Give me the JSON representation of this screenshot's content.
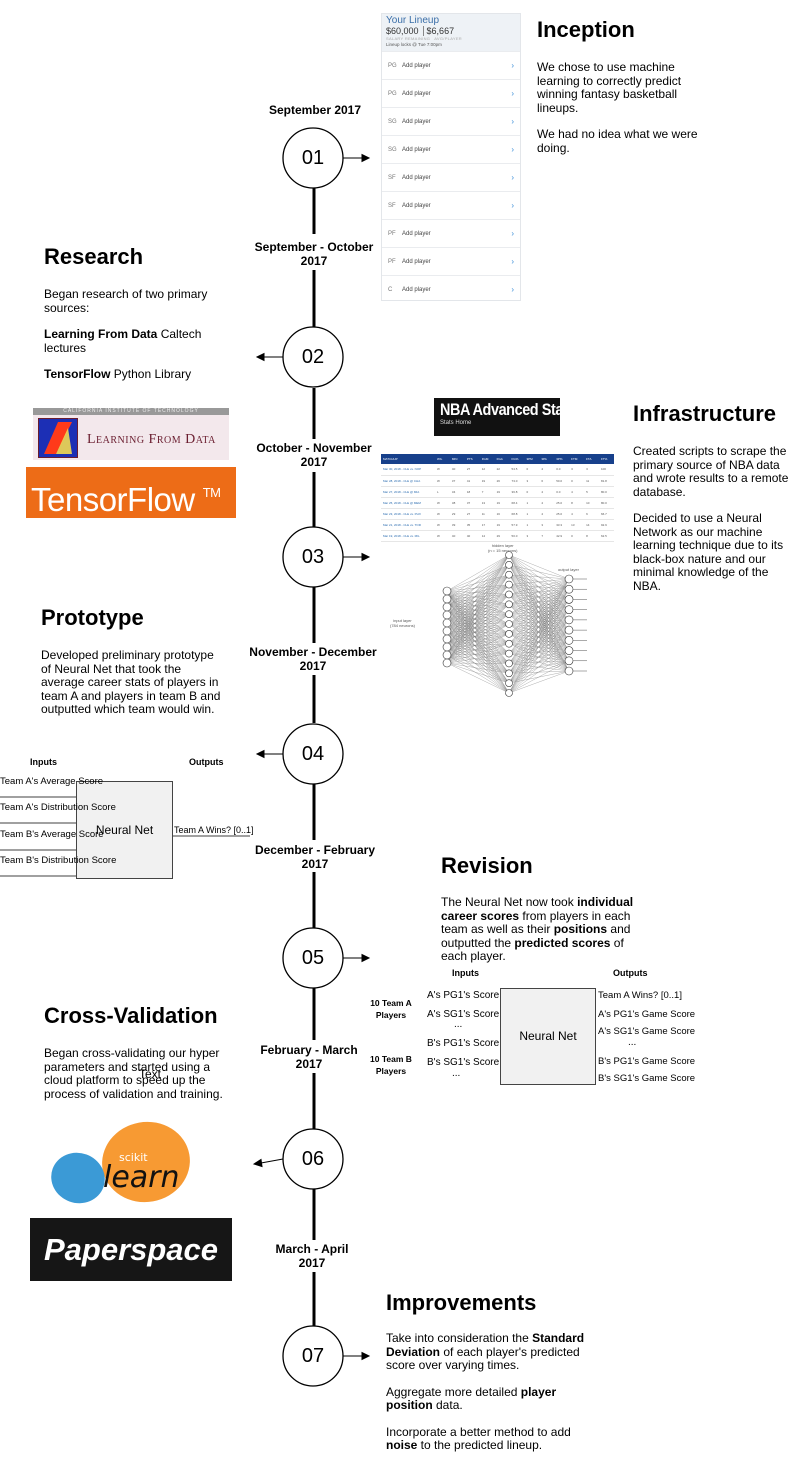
{
  "nodes": [
    "01",
    "02",
    "03",
    "04",
    "05",
    "06",
    "07"
  ],
  "dates": [
    "September 2017",
    "September - October 2017",
    "October - November 2017",
    "November - December 2017",
    "December - February 2017",
    "February - March 2017",
    "March - April 2017"
  ],
  "inception": {
    "title": "Inception",
    "p1": "We chose to use machine learning to correctly predict winning fantasy basketball lineups.",
    "p2": "We had no idea what we were doing."
  },
  "research": {
    "title": "Research",
    "p1": "Began research of two primary sources:",
    "s1_bold": "Learning From Data",
    "s1_rest": " Caltech lectures",
    "s2_bold": "TensorFlow",
    "s2_rest": " Python Library"
  },
  "infrastructure": {
    "title": "Infrastructure",
    "p1": "Created scripts to scrape the primary source of NBA data and wrote results to a remote database.",
    "p2": "Decided to use a Neural Network as our machine learning technique due to its black-box nature and our minimal knowledge of the NBA."
  },
  "prototype": {
    "title": "Prototype",
    "p1": "Developed preliminary prototype of Neural Net that took the average career stats of players in team A and players in team B and outputted which team would win."
  },
  "revision": {
    "title": "Revision",
    "t1": "The Neural Net now took ",
    "b1": "individual career scores",
    "t2": " from players in each team as well as their ",
    "b2": "positions",
    "t3": " and outputted the ",
    "b3": "predicted scores",
    "t4": " of each player."
  },
  "cross_validation": {
    "title": "Cross-Validation",
    "p1": "Began cross-validating our hyper parameters and started using a cloud platform to speed up the process of validation and training.",
    "stray_label": "Text"
  },
  "improvements": {
    "title": "Improvements",
    "p1_t1": "Take into consideration the ",
    "p1_b1": "Standard Deviation",
    "p1_t2": " of each player's predicted score over varying times.",
    "p2_t1": "Aggregate more detailed ",
    "p2_b1": "player position",
    "p2_t2": " data.",
    "p3_t1": "Incorporate a better method to add ",
    "p3_b1": "noise",
    "p3_t2": " to the predicted lineup."
  },
  "lineup": {
    "title": "Your Lineup",
    "salary": "$60,000",
    "avg": "$6,667",
    "salary_sub": "SALARY REMAINING",
    "avg_sub": "AVG/PLAYER",
    "note": "Lineup locks @ Tue 7:00pm",
    "rows": [
      {
        "pos": "PG",
        "label": "Add player"
      },
      {
        "pos": "PG",
        "label": "Add player"
      },
      {
        "pos": "SG",
        "label": "Add player"
      },
      {
        "pos": "SG",
        "label": "Add player"
      },
      {
        "pos": "SF",
        "label": "Add player"
      },
      {
        "pos": "SF",
        "label": "Add player"
      },
      {
        "pos": "PF",
        "label": "Add player"
      },
      {
        "pos": "PF",
        "label": "Add player"
      },
      {
        "pos": "C",
        "label": "Add player"
      }
    ]
  },
  "nba": {
    "logo": "NBA Advanced Stats",
    "sub": "Stats Home",
    "headers": [
      "MATCHUP",
      "W/L",
      "MIN",
      "PTS",
      "FGM",
      "FGA",
      "FG%",
      "3PM",
      "3PA",
      "3P%",
      "FTM",
      "FTA",
      "FT%"
    ],
    "rows": [
      [
        "Mar 30, 2018 - CLE vs. NOP",
        "W",
        "40",
        "27",
        "12",
        "22",
        "54.5",
        "0",
        "4",
        "0.0",
        "3",
        "3",
        "100"
      ],
      [
        "Mar 28, 2018 - CLE @ CHA",
        "W",
        "37",
        "41",
        "19",
        "26",
        "73.0",
        "3",
        "6",
        "50.0",
        "0",
        "11",
        "81.8"
      ],
      [
        "Mar 27, 2018 - CLE @ MIA",
        "L",
        "34",
        "18",
        "7",
        "19",
        "36.8",
        "0",
        "4",
        "0.0",
        "4",
        "5",
        "80.0"
      ],
      [
        "Mar 25, 2018 - CLE @ MEM",
        "W",
        "38",
        "37",
        "13",
        "19",
        "68.4",
        "1",
        "4",
        "25.0",
        "8",
        "10",
        "80.0"
      ],
      [
        "Mar 23, 2018 - CLE vs. PHX",
        "W",
        "29",
        "27",
        "11",
        "16",
        "68.8",
        "1",
        "4",
        "25.0",
        "4",
        "6",
        "66.7"
      ],
      [
        "Mar 21, 2018 - CLE vs. TOR",
        "W",
        "39",
        "35",
        "17",
        "19",
        "57.9",
        "1",
        "3",
        "33.3",
        "13",
        "14",
        "92.9"
      ],
      [
        "Mar 19, 2018 - CLE vs. MIL",
        "W",
        "40",
        "40",
        "14",
        "29",
        "50.0",
        "3",
        "7",
        "42.9",
        "0",
        "8",
        "62.5"
      ]
    ]
  },
  "nn_image": {
    "input_label": "input layer\n(784 neurons)",
    "hidden_label": "hidden layer\n(n = 15 neurons)",
    "output_label": "output layer"
  },
  "logos": {
    "lfd": "Learning From Data",
    "lfd_top": "CALIFORNIA INSTITUTE OF TECHNOLOGY",
    "tensorflow": "TensorFlow",
    "tensorflow_tm": "TM",
    "scikit_small": "scikit",
    "scikit_big": "learn",
    "paperspace": "Paperspace"
  },
  "proto_diagram": {
    "inputs_title": "Inputs",
    "outputs_title": "Outputs",
    "box": "Neural Net",
    "inputs": [
      "Team A's Average Score",
      "Team A's Distribution Score",
      "Team B's Average Score",
      "Team B's Distribution Score"
    ],
    "output": "Team A Wins? [0..1]"
  },
  "rev_diagram": {
    "inputs_title": "Inputs",
    "outputs_title": "Outputs",
    "box": "Neural Net",
    "group_a": "10 Team A Players",
    "group_b": "10 Team B Players",
    "inputs_a": [
      "A's PG1's Score",
      "A's SG1's Score"
    ],
    "inputs_b": [
      "B's PG1's Score",
      "B's SG1's Score"
    ],
    "ellipsis": "...",
    "outputs": [
      "Team A Wins? [0..1]",
      "A's PG1's Game Score",
      "A's SG1's Game Score",
      "B's PG1's Game Score",
      "B's SG1's Game Score"
    ]
  }
}
